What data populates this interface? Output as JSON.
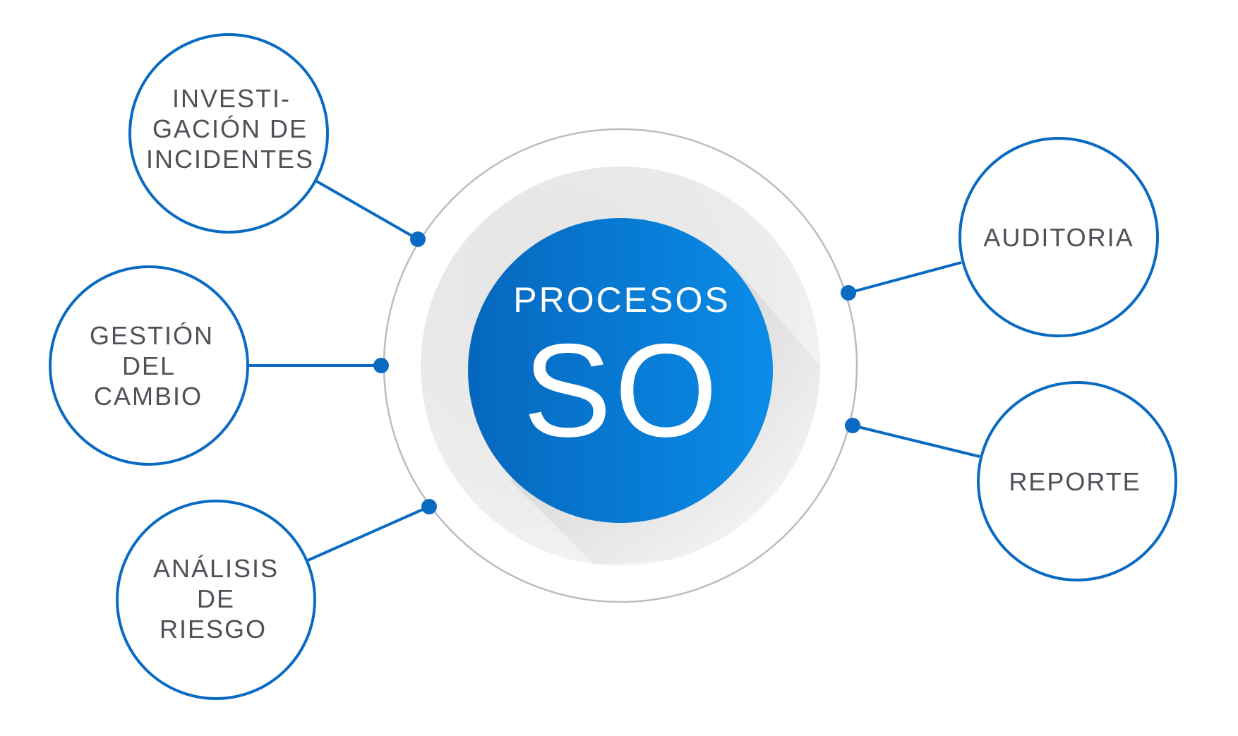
{
  "colors": {
    "accent": "#0a6ac2",
    "center_gradient_start": "#0567bd",
    "center_gradient_end": "#0a8ce8",
    "text": "#4d5258",
    "ring_stroke": "#bcbcbc",
    "ring_fill": "#ebebeb",
    "background": "#ffffff"
  },
  "center": {
    "title": "PROCESOS",
    "big": "SO"
  },
  "nodes": [
    {
      "id": "investigacion",
      "lines": [
        "INVESTI-",
        "GACIÓN DE",
        "INCIDENTES"
      ]
    },
    {
      "id": "gestion",
      "lines": [
        "GESTIÓN",
        "DEL",
        "CAMBIO"
      ]
    },
    {
      "id": "analisis",
      "lines": [
        "ANÁLISIS",
        "DE",
        "RIESGO"
      ]
    },
    {
      "id": "auditoria",
      "lines": [
        "AUDITORIA"
      ]
    },
    {
      "id": "reporte",
      "lines": [
        "REPORTE"
      ]
    }
  ]
}
